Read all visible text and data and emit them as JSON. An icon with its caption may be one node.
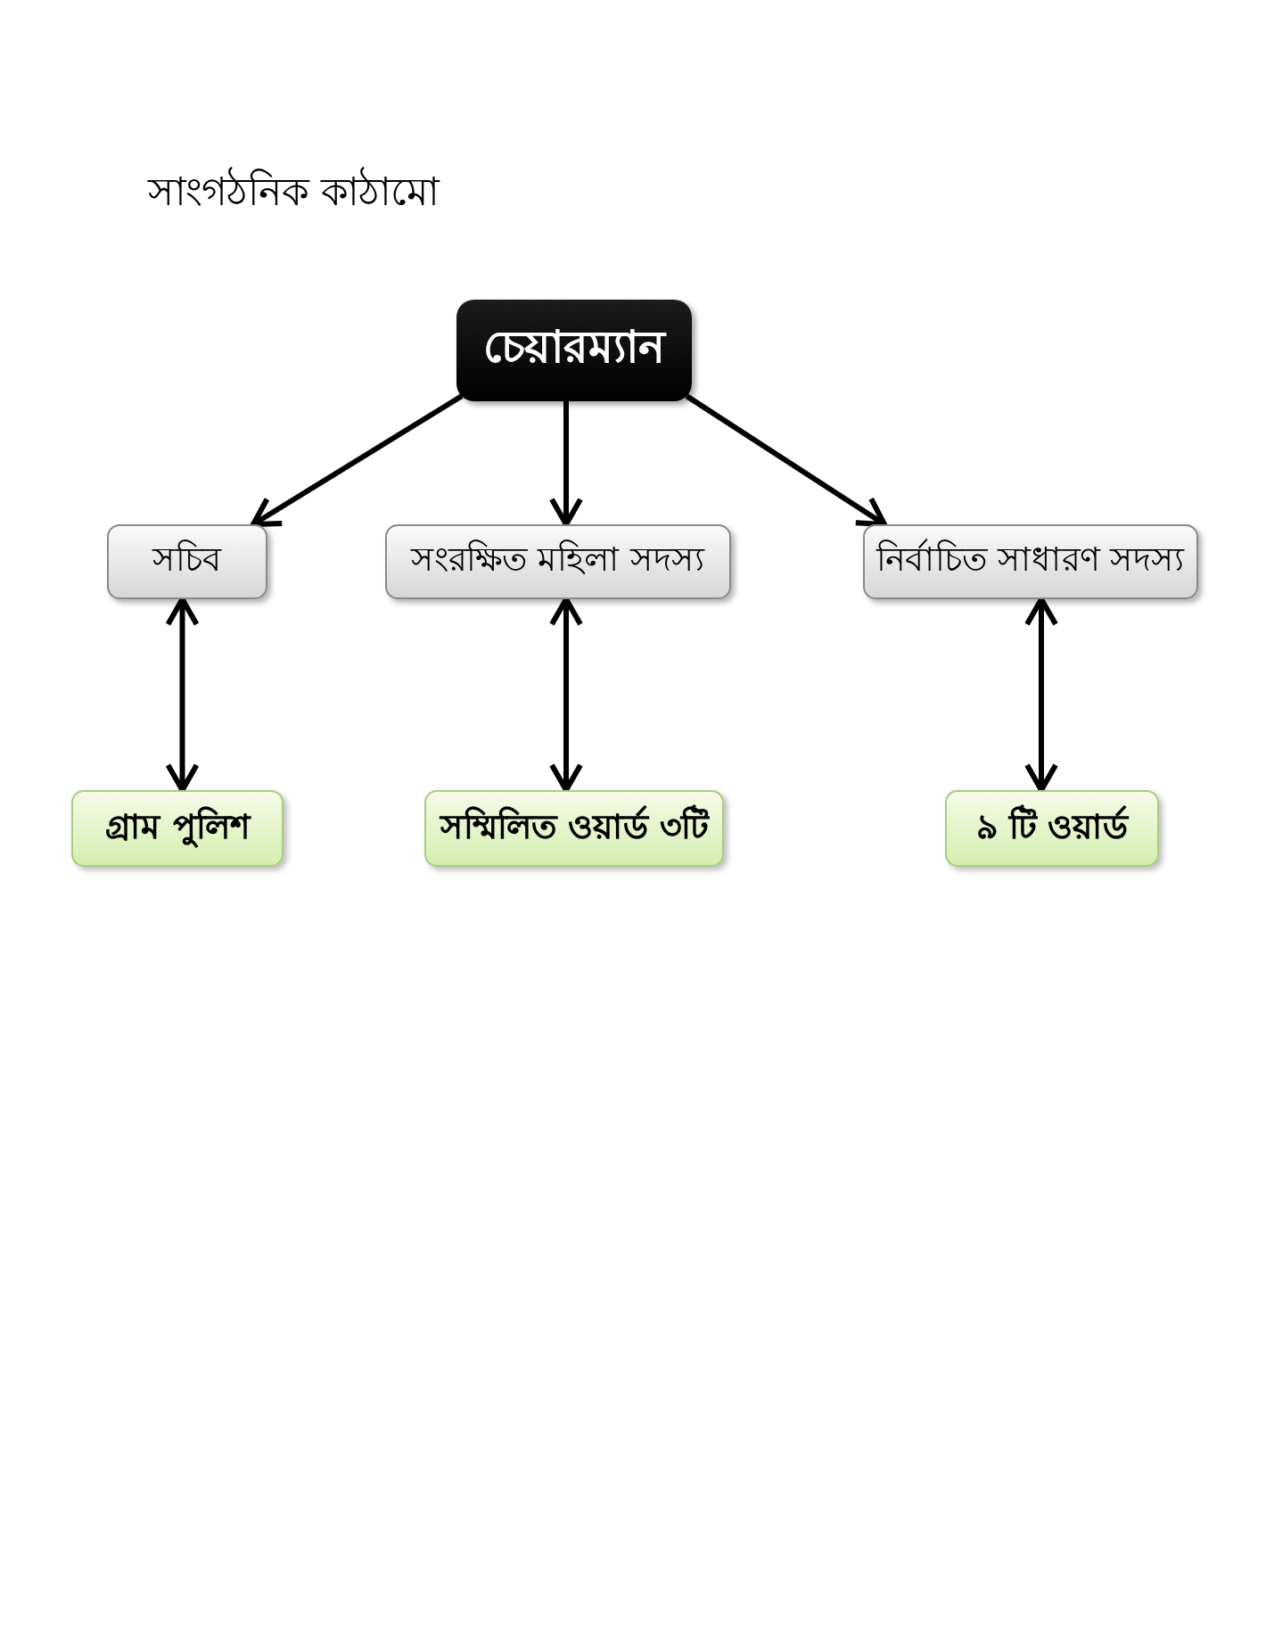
{
  "diagram": {
    "title": "সাংগঠনিক কাঠামো",
    "nodes": [
      {
        "text": [
          "চেয়ারম্যান"
        ]
      },
      {
        "text": [
          "সচিব"
        ]
      },
      {
        "text": [
          "সংরক্ষিত মহিলা সদস্য"
        ]
      },
      {
        "text": [
          "নির্বাচিত সাধারণ সদস্য"
        ]
      },
      {
        "text": [
          "গ্রাম পুলিশ"
        ]
      },
      {
        "text": [
          "সম্মিলিত ওয়ার্ড ৩টি"
        ]
      },
      {
        "text": [
          "৯ টি ওয়ার্ড"
        ]
      }
    ],
    "edges": [
      {
        "from": 0,
        "to": 1,
        "arrow": "to"
      },
      {
        "from": 0,
        "to": 2,
        "arrow": "to"
      },
      {
        "from": 0,
        "to": 3,
        "arrow": "to"
      },
      {
        "from": 1,
        "to": 4,
        "arrow": "both"
      },
      {
        "from": 2,
        "to": 5,
        "arrow": "both"
      },
      {
        "from": 3,
        "to": 6,
        "arrow": "both"
      }
    ]
  }
}
